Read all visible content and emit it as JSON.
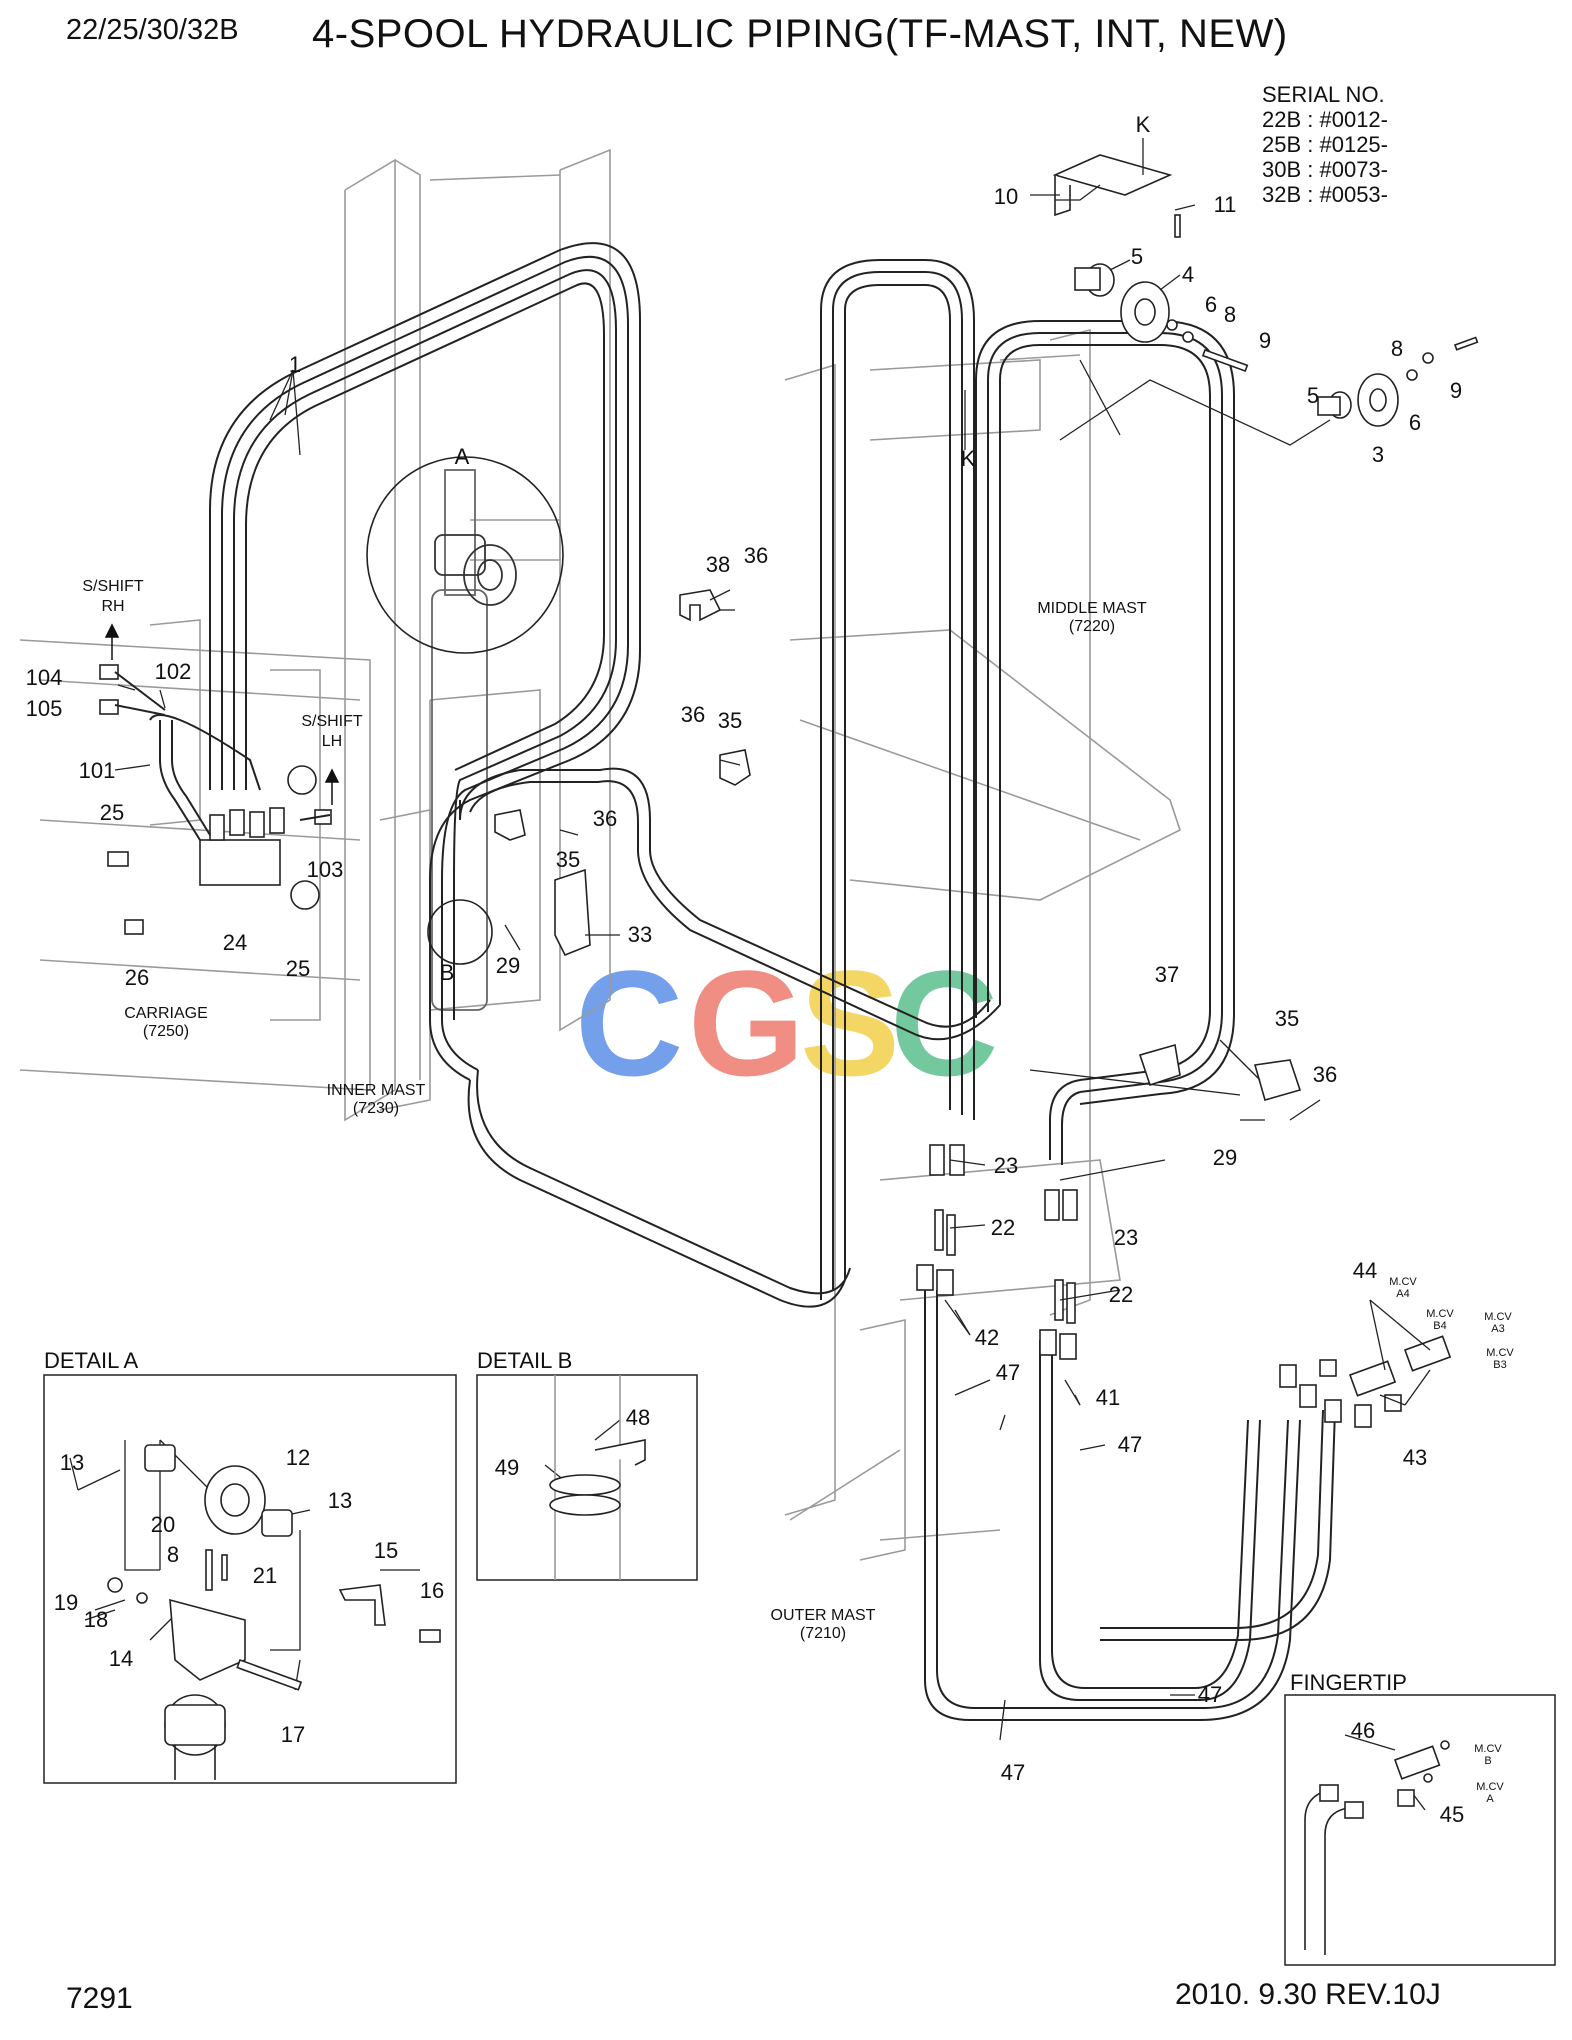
{
  "header": {
    "model": "22/25/30/32B",
    "title": "4-SPOOL HYDRAULIC PIPING(TF-MAST, INT, NEW)"
  },
  "serial": {
    "heading": "SERIAL NO.",
    "lines": [
      "22B : #0012-",
      "25B : #0125-",
      "30B : #0073-",
      "32B : #0053-"
    ]
  },
  "footer": {
    "page_no": "7291",
    "revision": "2010. 9.30  REV.10J"
  },
  "watermark": "CGSC",
  "watermark_colors": [
    "#5b8fe8",
    "#ee7b6e",
    "#f3cf4a",
    "#5bbf8e"
  ],
  "sections": {
    "carriage": [
      "CARRIAGE",
      "(7250)"
    ],
    "inner_mast": [
      "INNER MAST",
      "(7230)"
    ],
    "middle_mast": [
      "MIDDLE MAST",
      "(7220)"
    ],
    "outer_mast": [
      "OUTER MAST",
      "(7210)"
    ],
    "sshift_rh": [
      "S/SHIFT",
      "RH"
    ],
    "sshift_lh": [
      "S/SHIFT",
      "LH"
    ]
  },
  "details": {
    "a_title": "DETAIL A",
    "b_title": "DETAIL B",
    "fingertip_title": "FINGERTIP"
  },
  "refs": {
    "A": "A",
    "B": "B",
    "K": "K"
  },
  "callouts": {
    "c1": "1",
    "c3": "3",
    "c4": "4",
    "c5": "5",
    "c6": "6",
    "c8": "8",
    "c9": "9",
    "c10": "10",
    "c11": "11",
    "c12": "12",
    "c13": "13",
    "c14": "14",
    "c15": "15",
    "c16": "16",
    "c17": "17",
    "c18": "18",
    "c19": "19",
    "c20": "20",
    "c21": "21",
    "c22": "22",
    "c23": "23",
    "c24": "24",
    "c25": "25",
    "c26": "26",
    "c29": "29",
    "c33": "33",
    "c35": "35",
    "c36": "36",
    "c37": "37",
    "c38": "38",
    "c41": "41",
    "c42": "42",
    "c43": "43",
    "c44": "44",
    "c45": "45",
    "c46": "46",
    "c47": "47",
    "c48": "48",
    "c49": "49",
    "c101": "101",
    "c102": "102",
    "c103": "103",
    "c104": "104",
    "c105": "105"
  },
  "mcv": {
    "a4": [
      "M.CV",
      "A4"
    ],
    "b4": [
      "M.CV",
      "B4"
    ],
    "a3": [
      "M.CV",
      "A3"
    ],
    "b3": [
      "M.CV",
      "B3"
    ],
    "b": [
      "M.CV",
      "B"
    ],
    "a": [
      "M.CV",
      "A"
    ]
  }
}
